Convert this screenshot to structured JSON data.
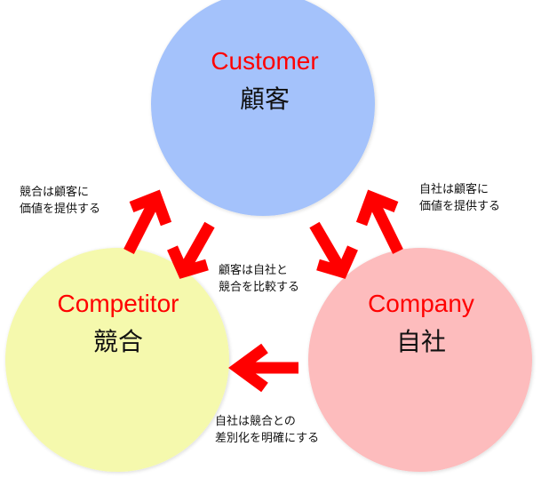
{
  "colors": {
    "customer_fill": "#a4c2fb",
    "competitor_fill": "#f5f9ad",
    "company_fill": "#fdbcbd",
    "arrow": "#ff0000",
    "english_label": "#ff0000",
    "japanese_label": "#111111"
  },
  "nodes": {
    "customer": {
      "en": "Customer",
      "ja": "顧客"
    },
    "competitor": {
      "en": "Competitor",
      "ja": "競合"
    },
    "company": {
      "en": "Company",
      "ja": "自社"
    }
  },
  "notes": {
    "competitor_to_customer": [
      "競合は顧客に",
      "価値を提供する"
    ],
    "company_to_customer": [
      "自社は顧客に",
      "価値を提供する"
    ],
    "customer_compares": [
      "顧客は自社と",
      "競合を比較する"
    ],
    "company_vs_competitor": [
      "自社は競合との",
      "差別化を明確にする"
    ]
  }
}
